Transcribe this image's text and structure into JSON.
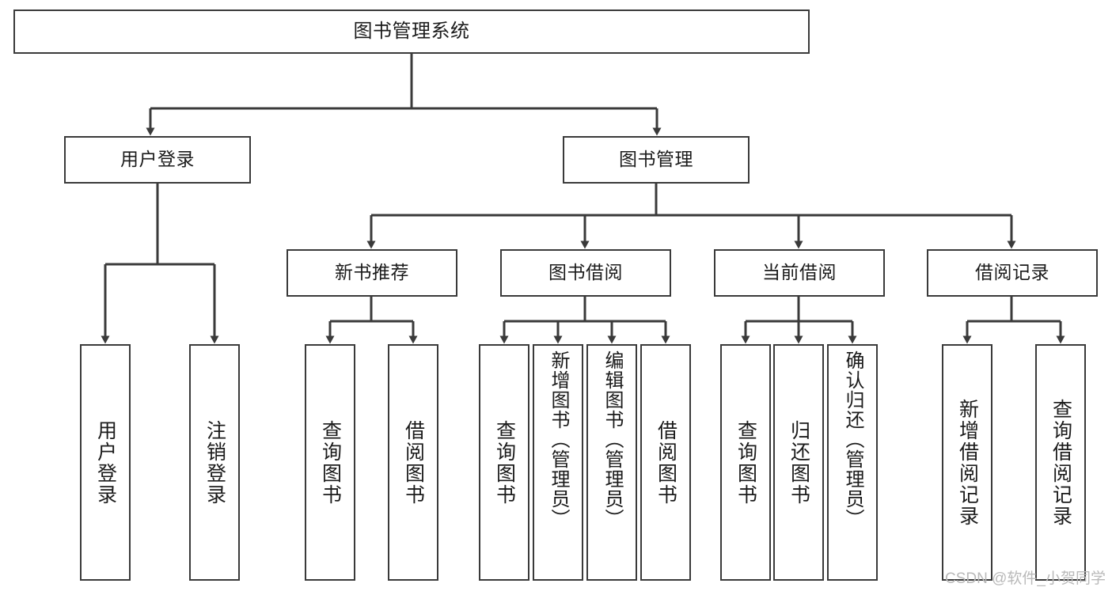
{
  "diagram": {
    "title": "图书管理系统",
    "type": "tree",
    "watermark": "CSDN @软件_小贺同学",
    "levels": {
      "root": {
        "label": "图书管理系统"
      },
      "level2": [
        {
          "id": "user-login",
          "label": "用户登录"
        },
        {
          "id": "book-management",
          "label": "图书管理"
        }
      ],
      "level3": [
        {
          "id": "new-book-recommend",
          "label": "新书推荐",
          "parent": "book-management"
        },
        {
          "id": "book-borrow",
          "label": "图书借阅",
          "parent": "book-management"
        },
        {
          "id": "current-borrow",
          "label": "当前借阅",
          "parent": "book-management"
        },
        {
          "id": "borrow-record",
          "label": "借阅记录",
          "parent": "book-management"
        }
      ],
      "leaves": [
        {
          "id": "leaf-user-login",
          "label": "用户登录",
          "parent": "user-login"
        },
        {
          "id": "leaf-logout",
          "label": "注销登录",
          "parent": "user-login"
        },
        {
          "id": "leaf-query-book-1",
          "label": "查询图书",
          "parent": "new-book-recommend"
        },
        {
          "id": "leaf-borrow-book-1",
          "label": "借阅图书",
          "parent": "new-book-recommend"
        },
        {
          "id": "leaf-query-book-2",
          "label": "查询图书",
          "parent": "book-borrow"
        },
        {
          "id": "leaf-add-book",
          "label": "新增图书（管理员）",
          "parent": "book-borrow"
        },
        {
          "id": "leaf-edit-book",
          "label": "编辑图书（管理员）",
          "parent": "book-borrow"
        },
        {
          "id": "leaf-borrow-book-2",
          "label": "借阅图书",
          "parent": "book-borrow"
        },
        {
          "id": "leaf-query-book-3",
          "label": "查询图书",
          "parent": "current-borrow"
        },
        {
          "id": "leaf-return-book",
          "label": "归还图书",
          "parent": "current-borrow"
        },
        {
          "id": "leaf-confirm-return",
          "label": "确认归还（管理员）",
          "parent": "current-borrow"
        },
        {
          "id": "leaf-add-record",
          "label": "新增借阅记录",
          "parent": "borrow-record"
        },
        {
          "id": "leaf-query-record",
          "label": "查询借阅记录",
          "parent": "borrow-record"
        }
      ]
    },
    "colors": {
      "border": "#3a3a3a",
      "background": "#ffffff",
      "text": "#1b1b1b",
      "watermark": "#b9b9b9"
    }
  }
}
